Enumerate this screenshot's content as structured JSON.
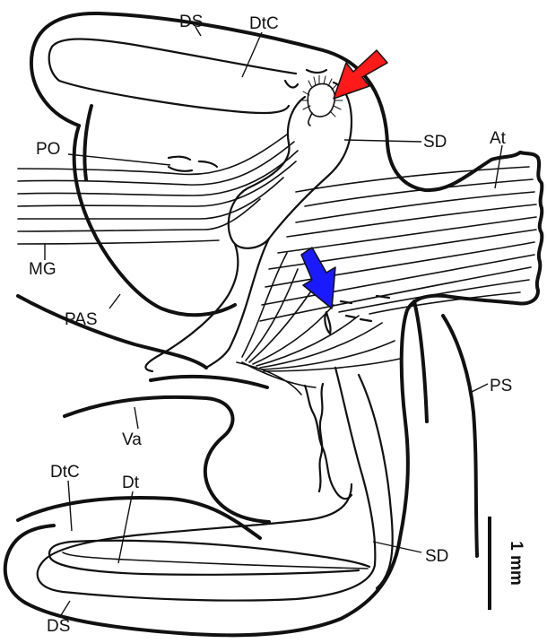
{
  "labels": {
    "ds_top": "DS",
    "dtc_top": "DtC",
    "po": "PO",
    "sd_top": "SD",
    "at": "At",
    "mg": "MG",
    "pas": "PAS",
    "ps": "PS",
    "va": "Va",
    "dtc_bottom": "DtC",
    "dt": "Dt",
    "sd_bottom": "SD",
    "ds_bottom": "DS"
  },
  "scale_bar": {
    "label": "1 mm"
  },
  "colors": {
    "arrow_red": "#ff1a1a",
    "arrow_blue": "#1a1aff",
    "line": "#111111"
  }
}
